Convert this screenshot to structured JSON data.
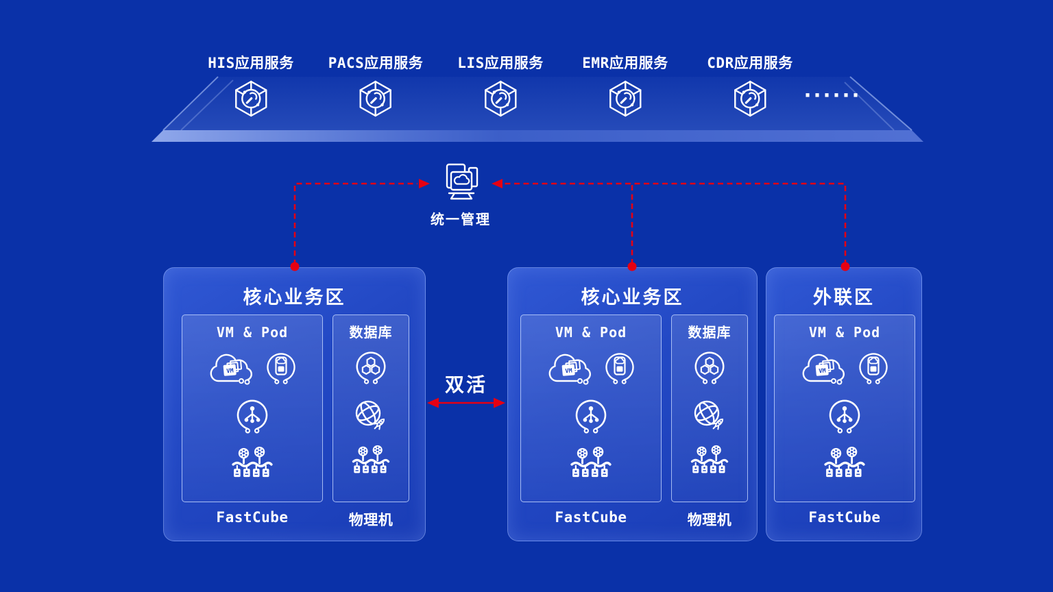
{
  "colors": {
    "background": "#0a31a8",
    "accent_red": "#e60012",
    "zone_fill_light": "#3058d4",
    "zone_fill_dark": "#1a3db6",
    "line_white": "#ffffff"
  },
  "services": {
    "items": [
      {
        "label": "HIS应用服务",
        "icon": "service-cube-icon"
      },
      {
        "label": "PACS应用服务",
        "icon": "service-cube-icon"
      },
      {
        "label": "LIS应用服务",
        "icon": "service-cube-icon"
      },
      {
        "label": "EMR应用服务",
        "icon": "service-cube-icon"
      },
      {
        "label": "CDR应用服务",
        "icon": "service-cube-icon"
      }
    ],
    "ellipsis": "······"
  },
  "management": {
    "label": "统一管理",
    "icon": "management-monitor-cloud-icon"
  },
  "dual_active": {
    "label": "双活"
  },
  "zones": [
    {
      "title": "核心业务区",
      "panels": [
        {
          "title": "VM & Pod",
          "icons": [
            "cloud-vm-icon",
            "pod-icon",
            "branch-nodes-icon",
            "server-cluster-icon"
          ],
          "footer": "FastCube"
        },
        {
          "title": "数据库",
          "icons": [
            "hexagon-db-icon",
            "globe-rocket-icon",
            "server-cluster-icon"
          ],
          "footer": "物理机"
        }
      ]
    },
    {
      "title": "核心业务区",
      "panels": [
        {
          "title": "VM & Pod",
          "icons": [
            "cloud-vm-icon",
            "pod-icon",
            "branch-nodes-icon",
            "server-cluster-icon"
          ],
          "footer": "FastCube"
        },
        {
          "title": "数据库",
          "icons": [
            "hexagon-db-icon",
            "globe-rocket-icon",
            "server-cluster-icon"
          ],
          "footer": "物理机"
        }
      ]
    },
    {
      "title": "外联区",
      "panels": [
        {
          "title": "VM & Pod",
          "icons": [
            "cloud-vm-icon",
            "pod-icon",
            "branch-nodes-icon",
            "server-cluster-icon"
          ],
          "footer": "FastCube"
        }
      ]
    }
  ]
}
